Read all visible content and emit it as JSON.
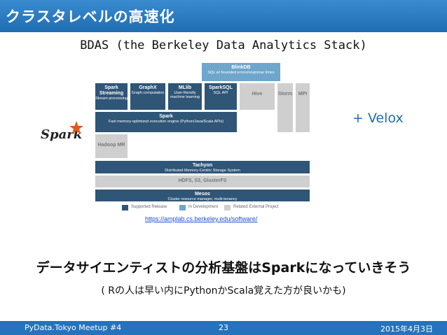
{
  "header": {
    "title": "クラスタレベルの高速化"
  },
  "subtitle": "BDAS (the Berkeley Data Analytics Stack)",
  "spark_logo": {
    "text": "Spark",
    "icon": "star-icon",
    "accent": "#e25a1c"
  },
  "velox_label": "+ Velox",
  "diagram": {
    "blinkdb": {
      "title": "BlinkDB",
      "sub": "SQL w/ bounded errors/response times"
    },
    "spark_streaming": {
      "title": "Spark Streaming",
      "sub": "Stream processing"
    },
    "graphx": {
      "title": "GraphX",
      "sub": "Graph computation"
    },
    "mllib": {
      "title": "MLlib",
      "sub": "User-friendly machine learning"
    },
    "sparksql": {
      "title": "SparkSQL",
      "sub": "SQL API"
    },
    "hive": {
      "title": "Hive"
    },
    "storm": {
      "title": "Storm"
    },
    "mpi": {
      "title": "MPI"
    },
    "spark": {
      "title": "Spark",
      "sub": "Fast memory-optimized execution engine (Python/Java/Scala APIs)"
    },
    "hadoop_mr": {
      "title": "Hadoop MR"
    },
    "tachyon": {
      "title": "Tachyon",
      "sub": "Distributed Memory-Centric Storage System"
    },
    "storage": {
      "title": "HDFS, S3, GlusterFS"
    },
    "mesos": {
      "title": "Mesos",
      "sub": "Cluster resource manager, multi-tenancy"
    },
    "legend": {
      "supported": "Supported Release",
      "in_dev": "In Development",
      "related": "Related External Project"
    },
    "colors": {
      "supported": "#2f5577",
      "in_dev": "#6ea6cc",
      "related": "#cfcfcf"
    }
  },
  "url": "https://amplab.cs.berkeley.edu/software/",
  "statement": "データサイエンティストの分析基盤はSparkになっていきそう",
  "note": "( Rの人は早い内にPythonかScala覚えた方が良いかも)",
  "footer": {
    "left": "PyData.Tokyo Meetup #4",
    "page": "23",
    "date": "2015年4月3日",
    "color": "#2473bc"
  }
}
